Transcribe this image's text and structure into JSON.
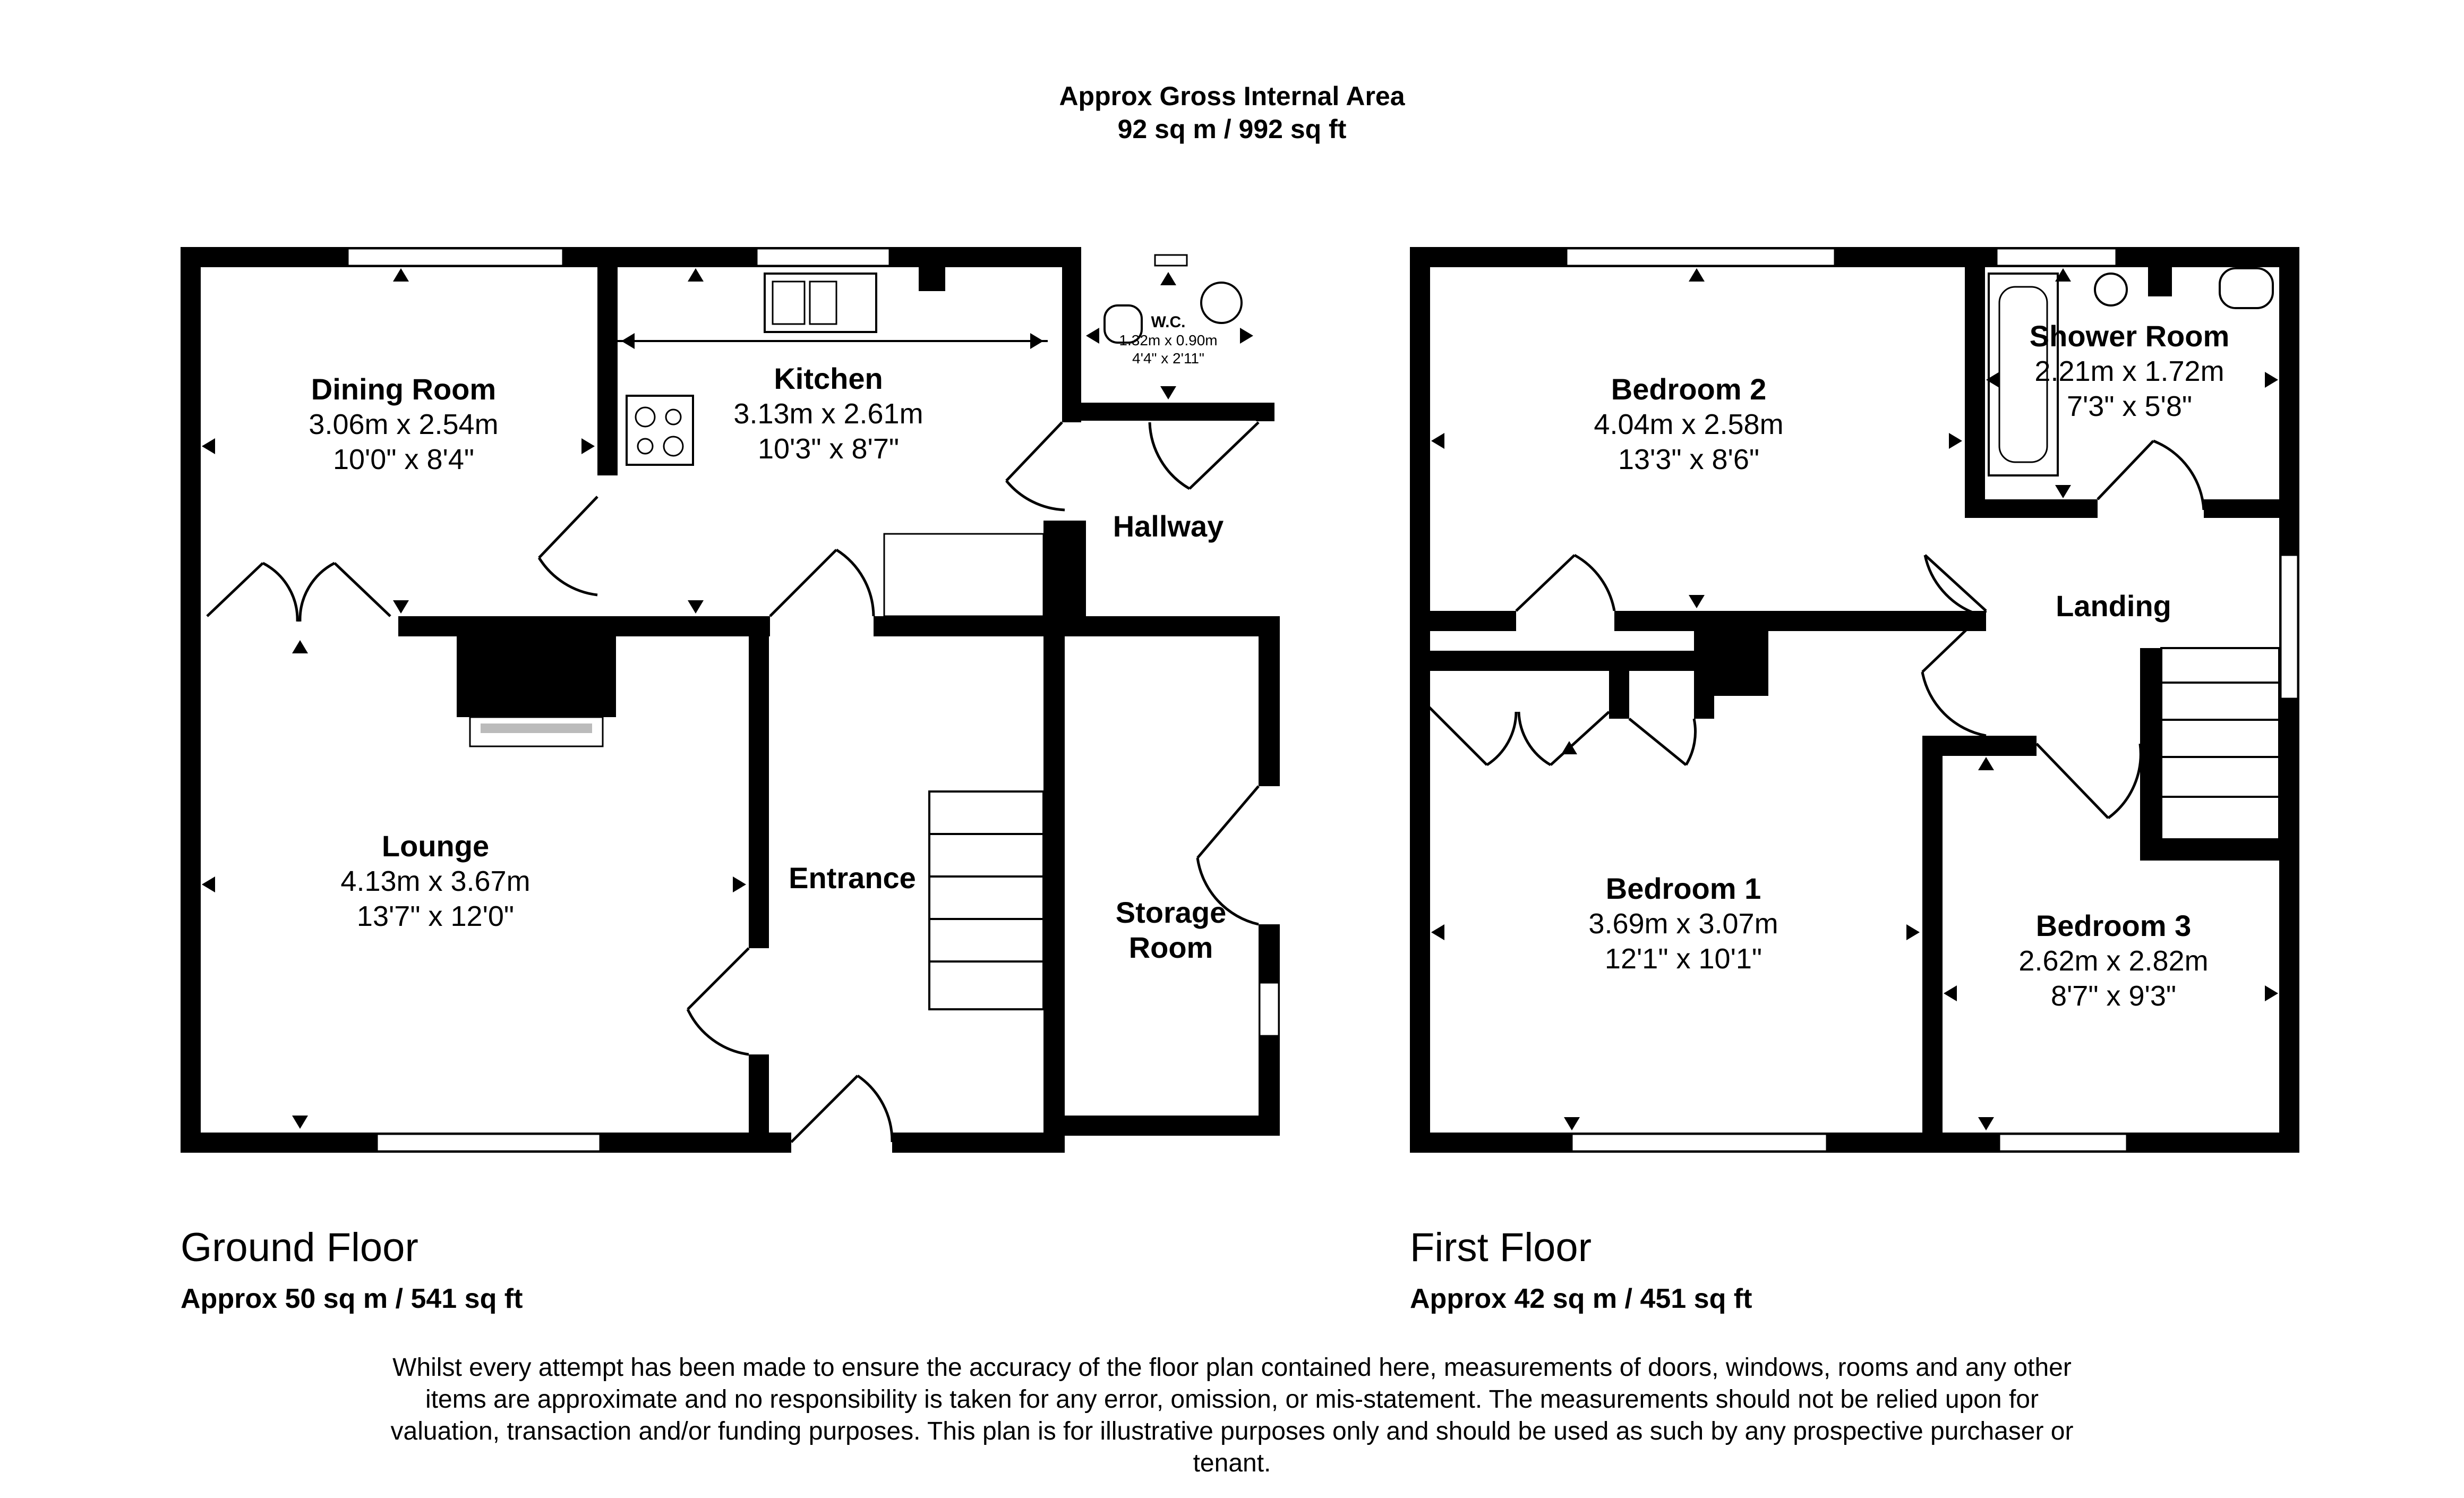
{
  "header": {
    "title": "Approx Gross Internal Area",
    "area": "92 sq m / 992 sq ft"
  },
  "floors": [
    {
      "name": "Ground Floor",
      "area": "Approx 50 sq m / 541 sq ft",
      "rooms": [
        {
          "name": "Dining Room",
          "metric": "3.06m x 2.54m",
          "imperial": "10'0\" x 8'4\""
        },
        {
          "name": "Kitchen",
          "metric": "3.13m x 2.61m",
          "imperial": "10'3\" x 8'7\""
        },
        {
          "name": "W.C.",
          "metric": "1.32m x 0.90m",
          "imperial": "4'4\" x 2'11\""
        },
        {
          "name": "Hallway"
        },
        {
          "name": "Lounge",
          "metric": "4.13m x 3.67m",
          "imperial": "13'7\" x 12'0\""
        },
        {
          "name": "Entrance"
        },
        {
          "name": "Storage",
          "name2": "Room"
        }
      ]
    },
    {
      "name": "First Floor",
      "area": "Approx 42 sq m / 451 sq ft",
      "rooms": [
        {
          "name": "Bedroom 2",
          "metric": "4.04m x 2.58m",
          "imperial": "13'3\" x 8'6\""
        },
        {
          "name": "Shower Room",
          "metric": "2.21m x 1.72m",
          "imperial": "7'3\" x 5'8\""
        },
        {
          "name": "Landing"
        },
        {
          "name": "Bedroom 1",
          "metric": "3.69m x 3.07m",
          "imperial": "12'1\" x 10'1\""
        },
        {
          "name": "Bedroom 3",
          "metric": "2.62m x 2.82m",
          "imperial": "8'7\" x 9'3\""
        }
      ]
    }
  ],
  "disclaimer": "Whilst every attempt has been made to ensure the accuracy of the floor plan contained here, measurements of doors, windows, rooms and any other items are approximate and no responsibility is taken for any error, omission, or mis-statement. The measurements should not be relied upon for valuation, transaction and/or funding purposes. This plan is for illustrative purposes only and should be used as such by any prospective purchaser or tenant."
}
